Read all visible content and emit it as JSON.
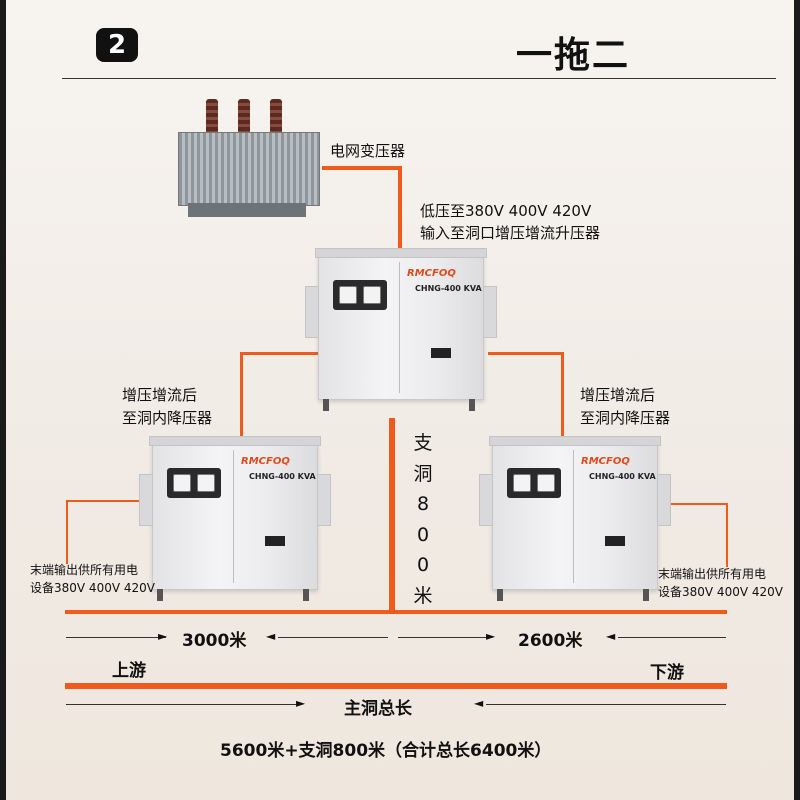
{
  "header": {
    "badge": "2",
    "title": "一拖二"
  },
  "transformer": {
    "label": "电网变压器"
  },
  "main_unit": {
    "label_line1": "低压至380V 400V 420V",
    "label_line2": "输入至洞口增压增流升压器",
    "brand": "RMCFOQ",
    "model": "CHNG-400 KVA"
  },
  "left_unit": {
    "label_line1": "增压增流后",
    "label_line2": "至洞内降压器",
    "output_line1": "末端输出供所有用电",
    "output_line2": "设备380V 400V 420V",
    "brand": "RMCFOQ",
    "model": "CHNG-400 KVA"
  },
  "right_unit": {
    "label_line1": "增压增流后",
    "label_line2": "至洞内降压器",
    "output_line1": "末端输出供所有用电",
    "output_line2": "设备380V 400V 420V",
    "brand": "RMCFOQ",
    "model": "CHNG-400 KVA"
  },
  "branch": {
    "chars": [
      "支",
      "洞",
      "8",
      "0",
      "0",
      "米"
    ]
  },
  "distances": {
    "left": "3000米",
    "right": "2600米",
    "main": "主洞总长"
  },
  "directions": {
    "upstream": "上游",
    "downstream": "下游"
  },
  "summary": "5600米+支洞800米（合计总长6400米）",
  "colors": {
    "line": "#f05a1a",
    "brand": "#e04a1c"
  }
}
